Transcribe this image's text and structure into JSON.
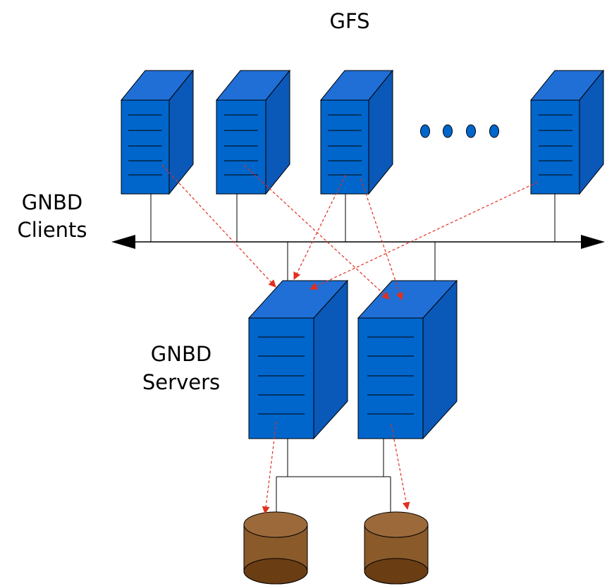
{
  "diagram": {
    "title": "GFS",
    "clients_label_line1": "GNBD",
    "clients_label_line2": "Clients",
    "servers_label_line1": "GNBD",
    "servers_label_line2": "Servers"
  },
  "colors": {
    "server_front": "#0066cc",
    "server_top": "#1f6fd6",
    "server_side": "#0a58b8",
    "disk_body": "#8a5a2b",
    "disk_top": "#9c6a3a",
    "disk_bottom": "#6b3d12",
    "io_path": "#e0301e",
    "network": "#000000"
  },
  "icons": {
    "client_server": "server-tower-icon",
    "gnbd_server": "server-tower-icon",
    "storage": "disk-cylinder-icon",
    "ellipsis": "ellipsis-dots-icon"
  }
}
